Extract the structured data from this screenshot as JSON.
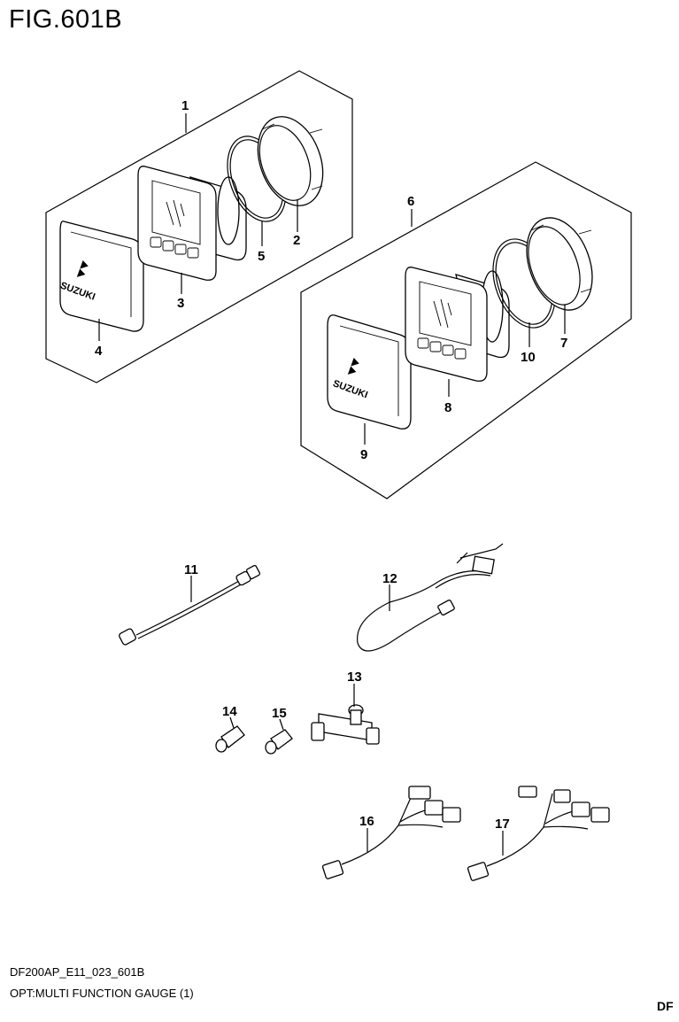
{
  "figure": {
    "title": "FIG.601B"
  },
  "callouts": [
    "1",
    "2",
    "3",
    "4",
    "5",
    "6",
    "7",
    "8",
    "9",
    "10",
    "11",
    "12",
    "13",
    "14",
    "15",
    "16",
    "17"
  ],
  "brand_text": "SUZUKI",
  "footer": {
    "code": "DF200AP_E11_023_601B",
    "caption": "OPT:MULTI FUNCTION GAUGE (1)",
    "corner": "DF"
  }
}
